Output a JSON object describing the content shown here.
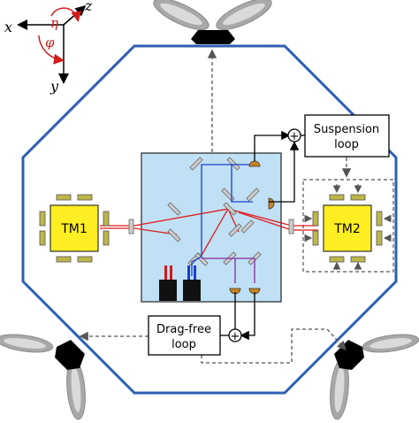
{
  "axes": {
    "x": "x",
    "y": "y",
    "z": "z",
    "eta": "η",
    "phi": "φ"
  },
  "test_masses": [
    {
      "label": "TM1"
    },
    {
      "label": "TM2"
    }
  ],
  "loops": {
    "suspension_line1": "Suspension",
    "suspension_line2": "loop",
    "dragfree_line1": "Drag-free",
    "dragfree_line2": "loop"
  },
  "summing_symbol": "+",
  "colors": {
    "spacecraft_outline": "#2f5fb3",
    "optical_bench": "#bfe0f5",
    "test_mass": "#ffee22",
    "electrode": "#bdb64a",
    "laser_beam": "#e01b1b",
    "signal_blue": "#1a3fd0",
    "signal_purple": "#8a2a9e",
    "photodiode": "#c8841e",
    "control_dashed": "#555555",
    "axis_red": "#d21a1a"
  }
}
